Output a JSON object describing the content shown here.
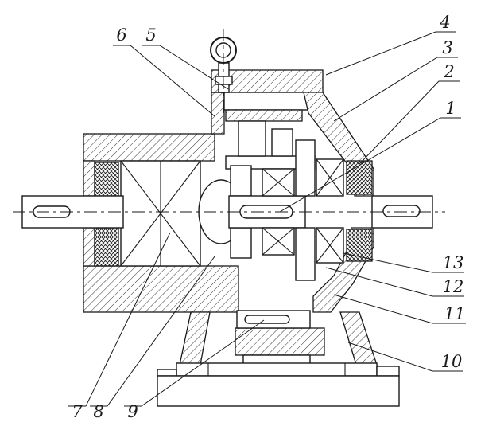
{
  "diagram": {
    "kind": "mechanical-assembly-section-drawing",
    "callouts": [
      {
        "label": "1"
      },
      {
        "label": "2"
      },
      {
        "label": "3"
      },
      {
        "label": "4"
      },
      {
        "label": "5"
      },
      {
        "label": "6"
      },
      {
        "label": "7"
      },
      {
        "label": "8"
      },
      {
        "label": "9"
      },
      {
        "label": "10"
      },
      {
        "label": "11"
      },
      {
        "label": "12"
      },
      {
        "label": "13"
      }
    ],
    "colors": {
      "ink": "#1a1a1a",
      "paper": "#ffffff"
    }
  }
}
